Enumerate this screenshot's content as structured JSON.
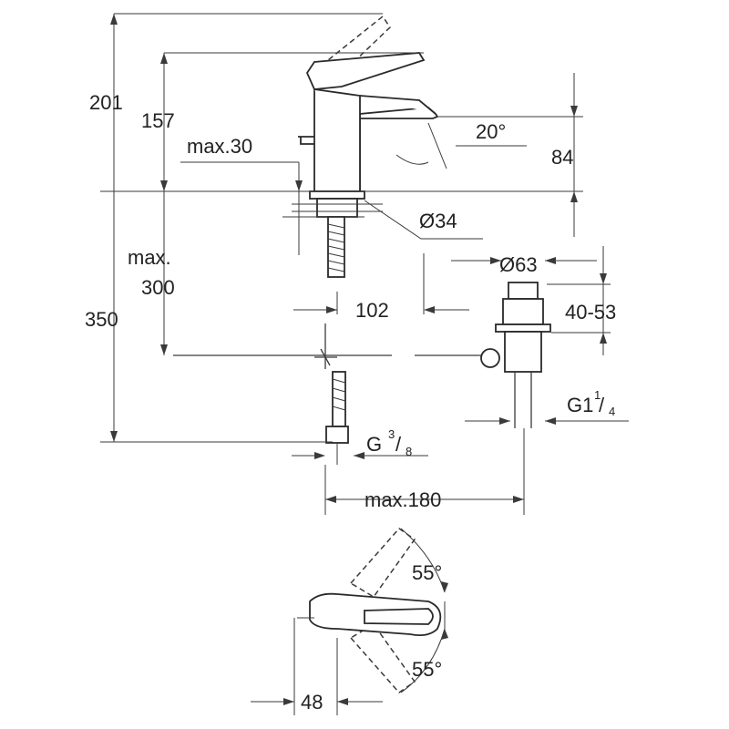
{
  "diagram": {
    "labels": {
      "h201": "201",
      "h157": "157",
      "max30": "max.30",
      "angle20": "20°",
      "h84": "84",
      "d34": "Ø34",
      "max": "max.",
      "max300": "300",
      "d63": "Ø63",
      "w102": "102",
      "range4053": "40-53",
      "h350": "350",
      "g114_main": "G1",
      "g114_num": "1",
      "g114_den": "4",
      "g38_main": "G",
      "g38_num": "3",
      "g38_den": "8",
      "max180": "max.180",
      "angle55_top": "55°",
      "angle55_bottom": "55°",
      "w48": "48"
    }
  }
}
